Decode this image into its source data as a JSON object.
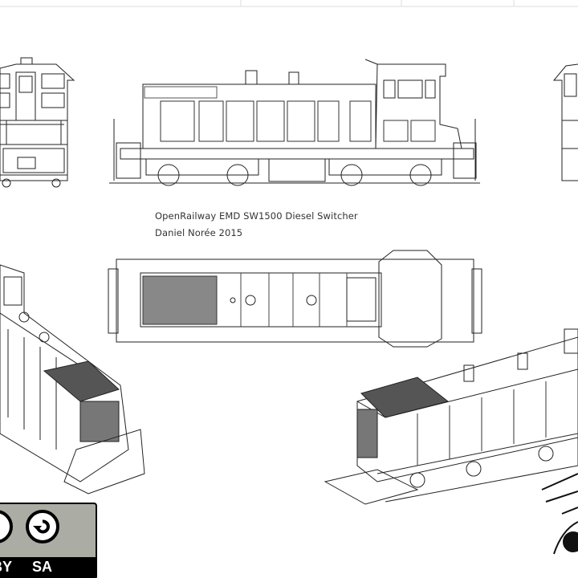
{
  "drawing": {
    "title": "OpenRailway EMD SW1500 Diesel Switcher",
    "author": "Daniel Norée 2015",
    "views": [
      "front-view",
      "side-view",
      "rear-view",
      "top-view",
      "isometric-front",
      "isometric-rear"
    ]
  },
  "license": {
    "by_label": "BY",
    "sa_label": "SA",
    "badge_color": "#abaca4"
  }
}
